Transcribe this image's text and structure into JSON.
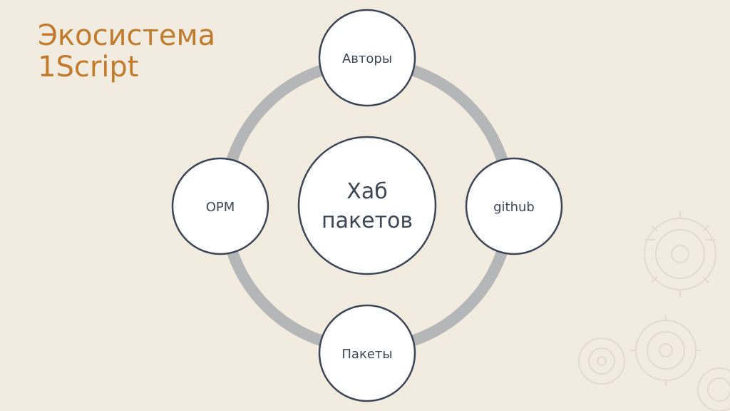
{
  "slide": {
    "title_line1": "Экосистема",
    "title_line2": "1Script"
  },
  "diagram": {
    "center": {
      "line1": "Хаб",
      "line2": "пакетов"
    },
    "nodes": {
      "top": "Авторы",
      "right": "github",
      "bottom": "Пакеты",
      "left": "OPM"
    }
  },
  "colors": {
    "background": "#f1ebe0",
    "title": "#c27a2c",
    "ring": "#b4b6b8",
    "node_stroke": "#3c4656",
    "node_fill": "#ffffff",
    "node_text": "#3c4656"
  },
  "decoration": {
    "icon": "gears-watermark-icon"
  }
}
